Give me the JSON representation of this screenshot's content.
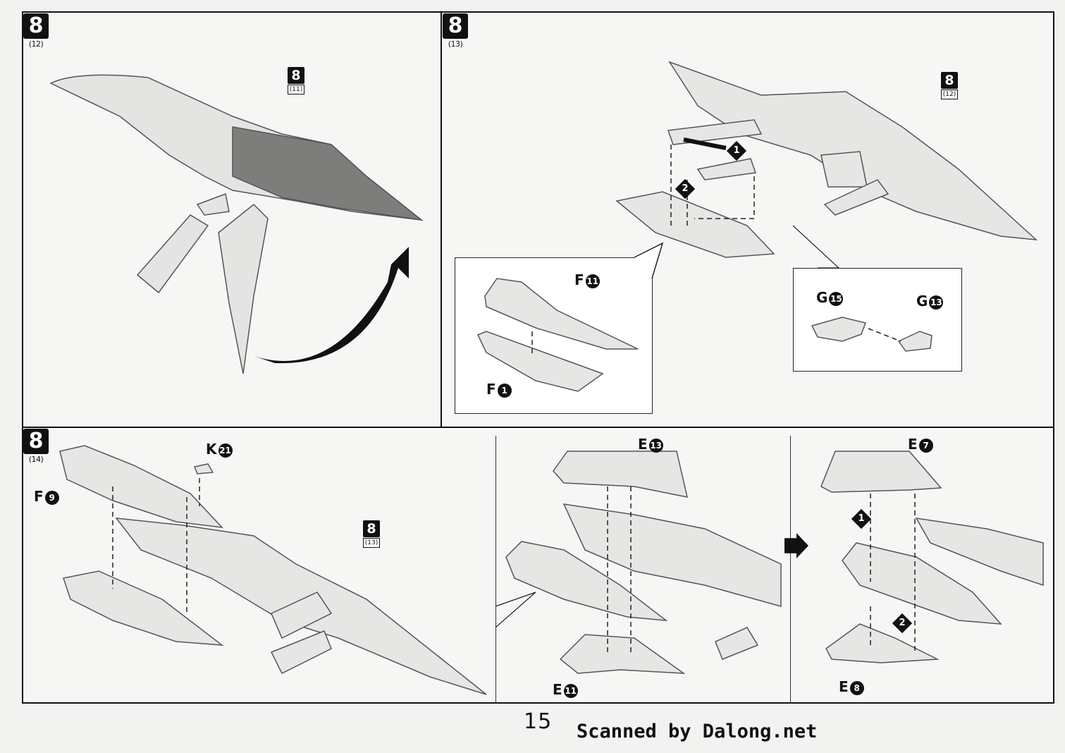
{
  "page_number": "15",
  "scan_credit": "Scanned by Dalong.net",
  "panels": [
    {
      "id": "p12",
      "step": "8",
      "sub": "(12)",
      "refs": [
        {
          "num": "8",
          "sub": "(11)"
        }
      ],
      "parts": []
    },
    {
      "id": "p13",
      "step": "8",
      "sub": "(13)",
      "refs": [
        {
          "num": "8",
          "sub": "(12)"
        }
      ],
      "parts": [
        "F",
        "F",
        "G",
        "G"
      ],
      "part_nums": [
        "11",
        "1",
        "15",
        "13"
      ],
      "order_marks": [
        "1",
        "2"
      ]
    },
    {
      "id": "p14",
      "step": "8",
      "sub": "(14)",
      "refs": [
        {
          "num": "8",
          "sub": "(13)"
        }
      ],
      "parts": [
        "F",
        "K",
        "E",
        "E",
        "E",
        "E"
      ],
      "part_nums": [
        "9",
        "21",
        "13",
        "11",
        "7",
        "8"
      ],
      "order_marks": [
        "1",
        "2"
      ]
    }
  ]
}
